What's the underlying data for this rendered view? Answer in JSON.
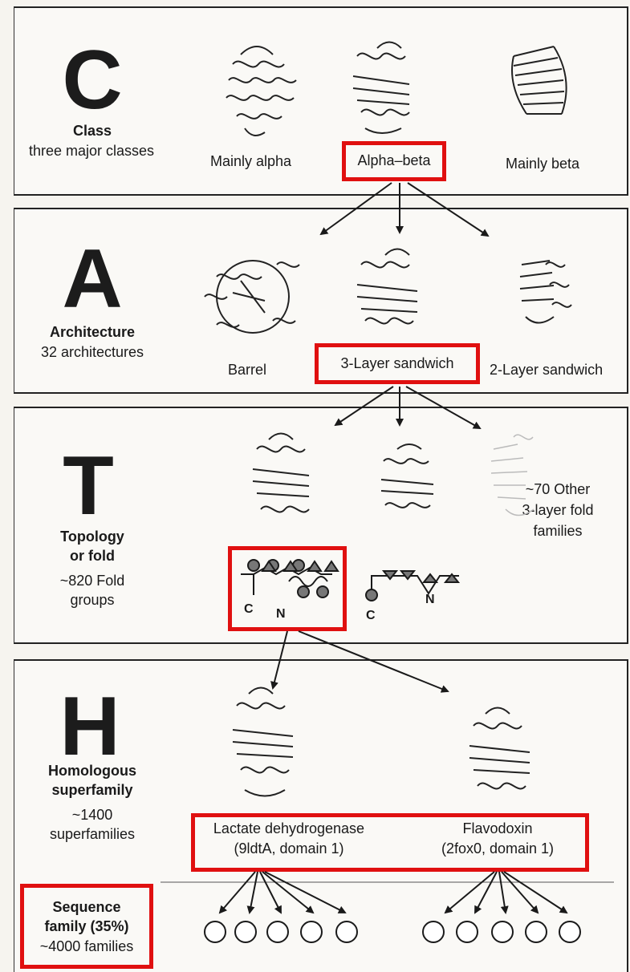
{
  "levels": {
    "class": {
      "letter": "C",
      "title": "Class",
      "subtitle": "three major classes"
    },
    "architecture": {
      "letter": "A",
      "title": "Architecture",
      "subtitle": "32 architectures"
    },
    "topology": {
      "letter": "T",
      "title_line1": "Topology",
      "title_line2": "or fold",
      "subtitle_line1": "~820 Fold",
      "subtitle_line2": "groups"
    },
    "homologous": {
      "letter": "H",
      "title_line1": "Homologous",
      "title_line2": "superfamily",
      "subtitle_line1": "~1400",
      "subtitle_line2": "superfamilies"
    },
    "sequence": {
      "title_line1": "Sequence",
      "title_line2": "family (35%)",
      "subtitle": "~4000 families"
    }
  },
  "class_examples": [
    "Mainly alpha",
    "Alpha–beta",
    "Mainly beta"
  ],
  "architecture_examples": [
    "Barrel",
    "3-Layer sandwich",
    "2-Layer sandwich"
  ],
  "topology_other": {
    "line1": "~70 Other",
    "line2": "3-layer fold",
    "line3": "families"
  },
  "topology_diagram_labels": {
    "left_c": "C",
    "left_n": "N",
    "right_c": "C",
    "right_n": "N"
  },
  "superfamily_examples": [
    {
      "name": "Lactate dehydrogenase",
      "id": "(9ldtA, domain 1)"
    },
    {
      "name": "Flavodoxin",
      "id": "(2fox0, domain 1)"
    }
  ],
  "colors": {
    "highlight": "#e01010",
    "ink": "#1a1a1a"
  }
}
